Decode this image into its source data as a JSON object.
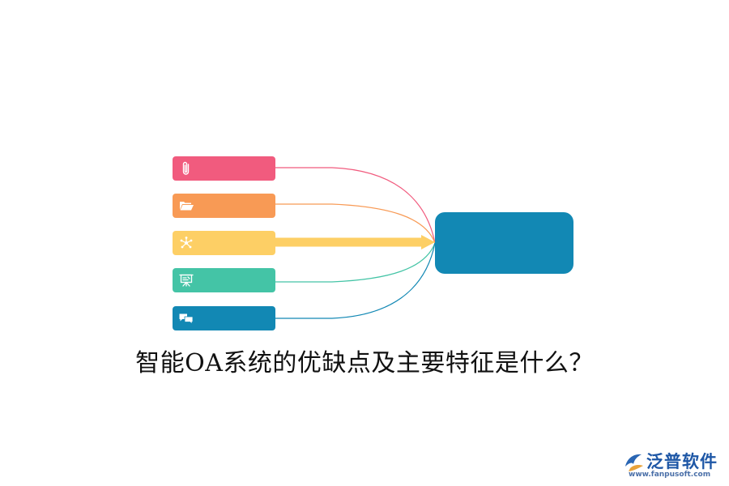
{
  "title": "智能OA系统的优缺点及主要特征是什么？",
  "nodes": [
    {
      "icon": "paperclip-icon",
      "color": "#f15b7e"
    },
    {
      "icon": "folder-icon",
      "color": "#f89a55"
    },
    {
      "icon": "network-icon",
      "color": "#fdcf65"
    },
    {
      "icon": "presentation-icon",
      "color": "#44c4a6"
    },
    {
      "icon": "chat-bubbles-icon",
      "color": "#1288b4"
    }
  ],
  "hub": {
    "color": "#1288b4"
  },
  "logo": {
    "name": "泛普软件",
    "url": "www.fanpusoft.com"
  }
}
